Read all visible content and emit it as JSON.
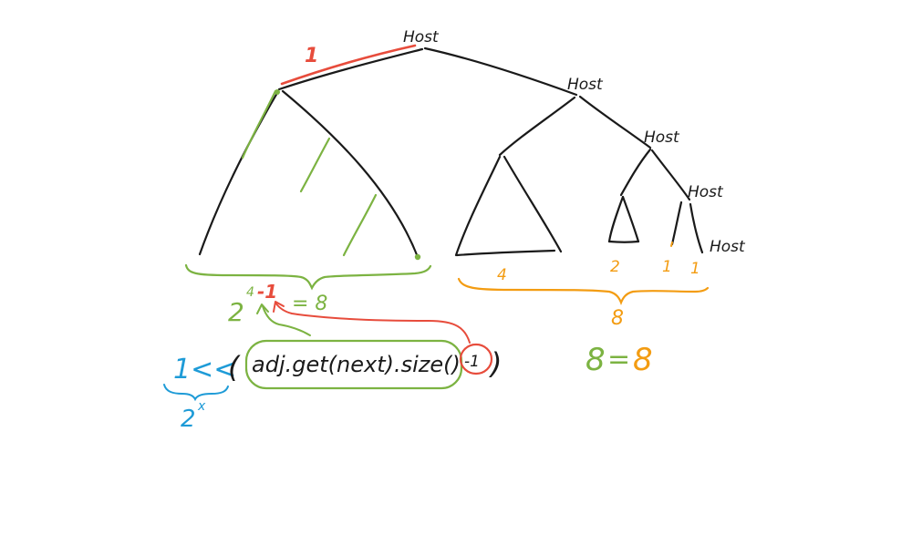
{
  "colors": {
    "ink": "#1a1a1a",
    "red": "#e74c3c",
    "green": "#7cb342",
    "orange": "#f39c12",
    "blue": "#1e9bd7"
  },
  "tree": {
    "host_label": "Host",
    "edge_count_label": "1"
  },
  "counts": {
    "left_subtree_exponent": "4",
    "left_minus_one": "-1",
    "left_equation_result": "= 8",
    "sizes": [
      "4",
      "2",
      "1",
      "1"
    ],
    "right_total": "8"
  },
  "formula": {
    "shift_prefix": "1<<",
    "shift_meaning": "2",
    "shift_meaning_exponent": "x",
    "open_paren": "(",
    "call": "adj.get(next).size()",
    "minus_one": "-1",
    "close_paren": ")",
    "base": "2"
  },
  "equality": {
    "left": "8",
    "equals": "=",
    "right": "8"
  }
}
